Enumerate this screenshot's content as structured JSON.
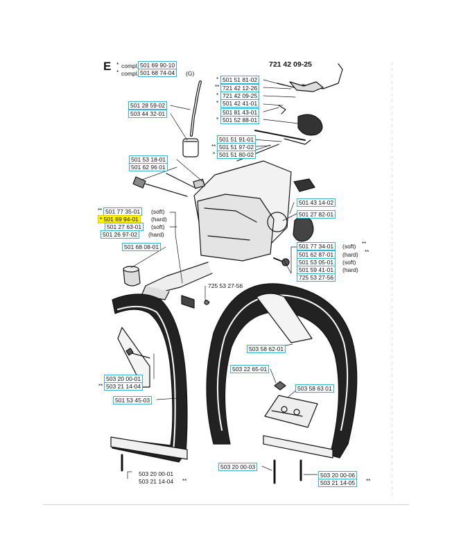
{
  "header": {
    "section_letter": "E",
    "main_part_number": "721 42 09-25",
    "complete_lines": [
      {
        "prefix": "compl.",
        "number": "501 69 90-10",
        "suffix": ""
      },
      {
        "prefix": "compl.",
        "number": "501 68 74-04",
        "suffix": "(G)"
      }
    ]
  },
  "top_right_labels": [
    {
      "number": "501 51 81-02",
      "marker": "*"
    },
    {
      "number": "721 42 12-26",
      "marker": "**"
    },
    {
      "number": "721 42 09-25",
      "marker": "*"
    },
    {
      "number": "501 42 41-01",
      "marker": "*"
    },
    {
      "number": "501 81 43-01",
      "marker": ""
    },
    {
      "number": "501 52 88-01",
      "marker": "*"
    },
    {
      "number": "501 51 91-01",
      "marker": ""
    },
    {
      "number": "501 51 97-02",
      "marker": "**"
    },
    {
      "number": "501 51 80-02",
      "marker": "*"
    }
  ],
  "fuel_line_labels": [
    "501 28 59-02",
    "503 44 32-01"
  ],
  "tank_labels": [
    "501 53 18-01",
    "501 62 96 01"
  ],
  "left_buffer_labels": [
    {
      "number": "501 77 35-01",
      "note": "(soft)",
      "marker": "**"
    },
    {
      "number": "501 69 94-01",
      "note": "(hard)",
      "marker": "*",
      "highlighted": true
    },
    {
      "number": "501 27 63-01",
      "note": "(soft)",
      "marker": ""
    },
    {
      "number": "501 26 97-02",
      "note": "(hard)",
      "marker": ""
    }
  ],
  "buffer_label": "501 68 08-01",
  "cap_labels": [
    "501 43 14-02",
    "501 27 82-01"
  ],
  "right_buffer_labels": [
    {
      "number": "501 77 34-01",
      "note": "(soft)",
      "marker": "**"
    },
    {
      "number": "501 62 87-01",
      "note": "(hard)",
      "marker": "**"
    },
    {
      "number": "501 53 05-01",
      "note": "(soft)",
      "marker": ""
    },
    {
      "number": "501 59 41-01",
      "note": "(hard)",
      "marker": ""
    },
    {
      "number": "725 53 27-56",
      "note": "",
      "marker": ""
    }
  ],
  "center_screw_label": "725 53 27-56",
  "front_handle_label": "503 58 62-01",
  "bracket_labels": [
    "503 22 65-01",
    "503 58 63 01"
  ],
  "left_screw_labels": [
    {
      "number": "503 20 00-01",
      "marker": ""
    },
    {
      "number": "503 21 14-04",
      "marker": "**"
    }
  ],
  "rear_handle_label": "501 53 45-03",
  "bottom_left_plain": [
    {
      "number": "503 20 00-01",
      "marker": ""
    },
    {
      "number": "503 21 14-04",
      "marker": "**"
    }
  ],
  "bottom_center_label": "503 20 00-03",
  "bottom_right_labels": [
    {
      "number": "503 20 00-06",
      "marker": ""
    },
    {
      "number": "503 21 14-05",
      "marker": "**"
    }
  ],
  "colors": {
    "label_border": "#2eb3d6",
    "highlight": "#fff200",
    "ink": "#111111"
  }
}
